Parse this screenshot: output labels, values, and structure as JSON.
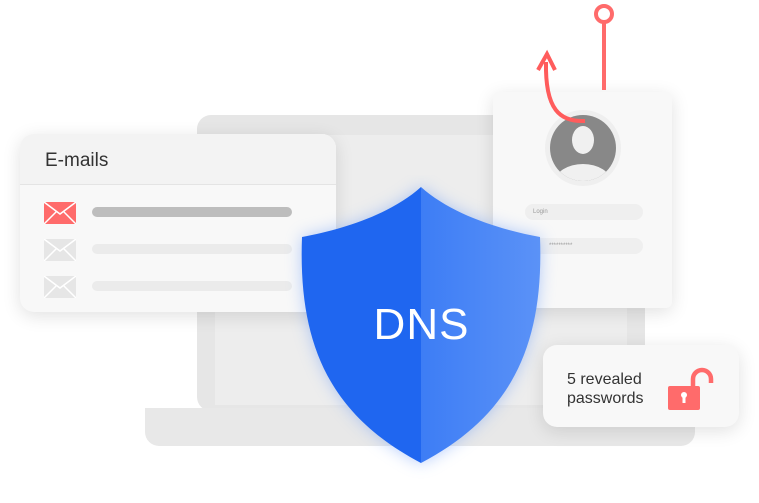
{
  "emails_card": {
    "title": "E-mails",
    "rows": [
      {
        "icon": "envelope-icon",
        "highlighted": true
      },
      {
        "icon": "envelope-icon",
        "highlighted": false
      },
      {
        "icon": "envelope-icon",
        "highlighted": false
      }
    ]
  },
  "login_card": {
    "login_placeholder": "Login",
    "password_value": "**********"
  },
  "shield": {
    "label": "DNS",
    "color": "#2a6cf0"
  },
  "alert": {
    "text_line1": "5 revealed",
    "text_line2": "passwords",
    "icon": "unlocked-padlock-icon"
  },
  "colors": {
    "accent_red": "#ff6b6b",
    "shield_blue": "#2a6cf0"
  }
}
